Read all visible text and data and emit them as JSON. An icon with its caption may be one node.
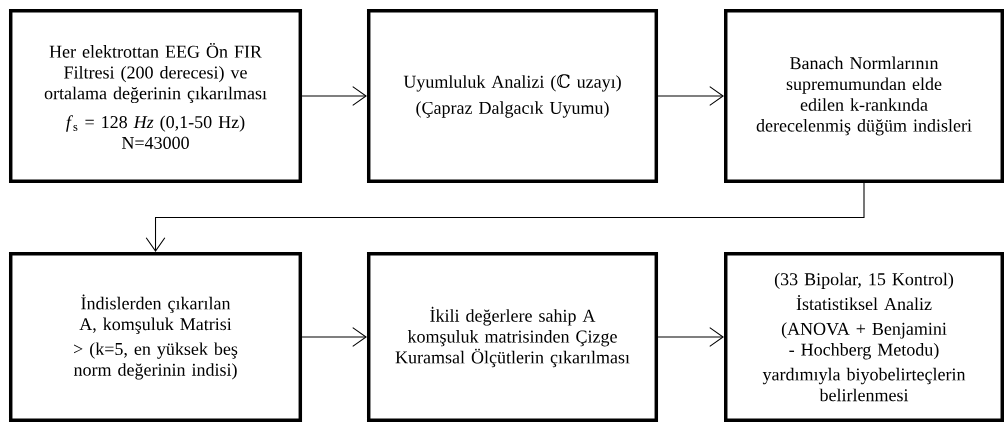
{
  "diagram": {
    "nodes": [
      {
        "text": [
          "Her elektrottan EEG Ön FIR Filtresi (200 derecesi) ve ortalama değerinin çıkarılması",
          "*f*$_{s}$ = 128 *Hz* (0,1-50 Hz)",
          "N=43000"
        ]
      },
      {
        "text": [
          "Uyumluluk Analizi (ℂ uzayı)",
          "(Çapraz Dalgacık Uyumu)"
        ]
      },
      {
        "text": [
          "Banach Normlarının supremumundan elde edilen k-rankında derecelenmiş düğüm indisleri"
        ]
      },
      {
        "text": [
          "İndislerden çıkarılan A, komşuluk Matrisi",
          "> (k=5, en yüksek beş norm değerinin indisi)"
        ]
      },
      {
        "text": [
          "İkili değerlere sahip A komşuluk matrisinden Çizge Kuramsal Ölçütlerin çıkarılması"
        ]
      },
      {
        "text": [
          "(33 Bipolar, 15 Kontrol)",
          "İstatistiksel Analiz",
          "(ANOVA + Benjamini - Hochberg Metodu)",
          "yardımıyla biyobelirteçlerin belirlenmesi"
        ]
      }
    ],
    "edges": [
      {
        "from": 0,
        "to": 1,
        "arrow": "to"
      },
      {
        "from": 1,
        "to": 2,
        "arrow": "to"
      },
      {
        "from": 2,
        "to": 3,
        "arrow": "to"
      },
      {
        "from": 3,
        "to": 4,
        "arrow": "to"
      },
      {
        "from": 4,
        "to": 5,
        "arrow": "to"
      }
    ]
  }
}
